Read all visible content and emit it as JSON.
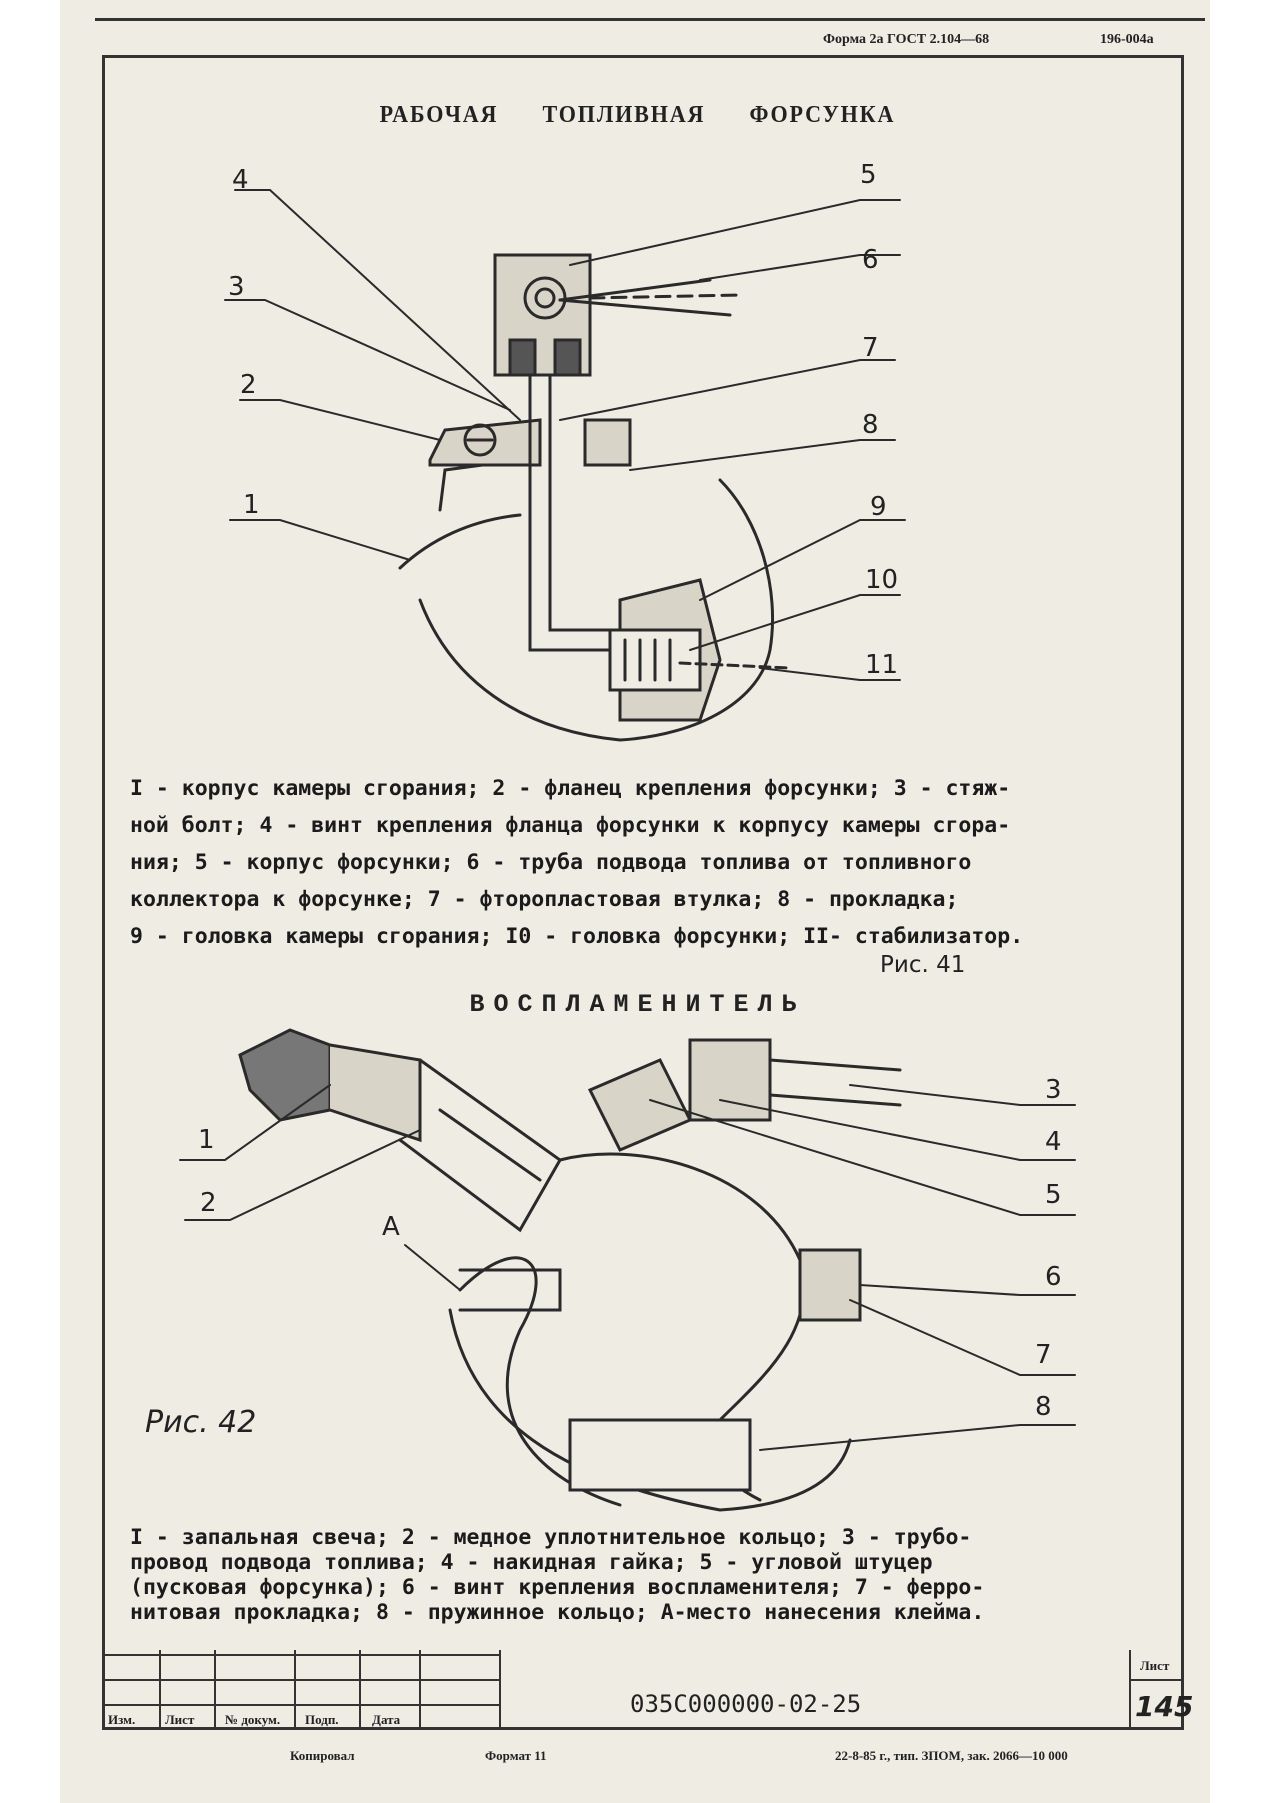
{
  "header": {
    "form": "Форма 2а ГОСТ 2.104—68",
    "code": "196-004а"
  },
  "figure41": {
    "title_words": [
      "РАБОЧАЯ",
      "ТОПЛИВНАЯ",
      "ФОРСУНКА"
    ],
    "callouts": [
      "1",
      "2",
      "3",
      "4",
      "5",
      "6",
      "7",
      "8",
      "9",
      "10",
      "11"
    ],
    "caption_lines": [
      "I - корпус камеры сгорания; 2 - фланец крепления форсунки; 3 - стяж-",
      "ной болт; 4 - винт крепления фланца форсунки к корпусу камеры сгора-",
      "ния; 5 - корпус форсунки; 6 - труба подвода топлива от топливного",
      "коллектора к форсунке; 7 - фторопластовая втулка; 8 - прокладка;",
      "9 - головка камеры сгорания; I0 - головка форсунки; II- стабилизатор."
    ],
    "label": "Рис. 41"
  },
  "figure42": {
    "title": "ВОСПЛАМЕНИТЕЛЬ",
    "callouts": [
      "1",
      "2",
      "A",
      "3",
      "4",
      "5",
      "6",
      "7",
      "8"
    ],
    "handwritten_label": "Рис. 42",
    "caption_lines": [
      "I - запальная  свеча; 2 - медное уплотнительное кольцо; 3 - трубо-",
      "провод подвода топлива; 4 - накидная гайка; 5 - угловой штуцер",
      "(пусковая форсунка); 6 - винт крепления воспламенителя; 7 - ферро-",
      "нитовая прокладка; 8 - пружинное кольцо; А-место нанесения клейма."
    ]
  },
  "title_block": {
    "columns": [
      "Изм.",
      "Лист",
      "№ докум.",
      "Подп.",
      "Дата"
    ],
    "sheet_label": "Лист",
    "document_number": "035С000000-02-25",
    "sheet_number": "145"
  },
  "footer": {
    "left": "Копировал",
    "center": "Формат 11",
    "right": "22-8-85 г., тип. ЗПОМ, зак. 2066—10 000"
  }
}
